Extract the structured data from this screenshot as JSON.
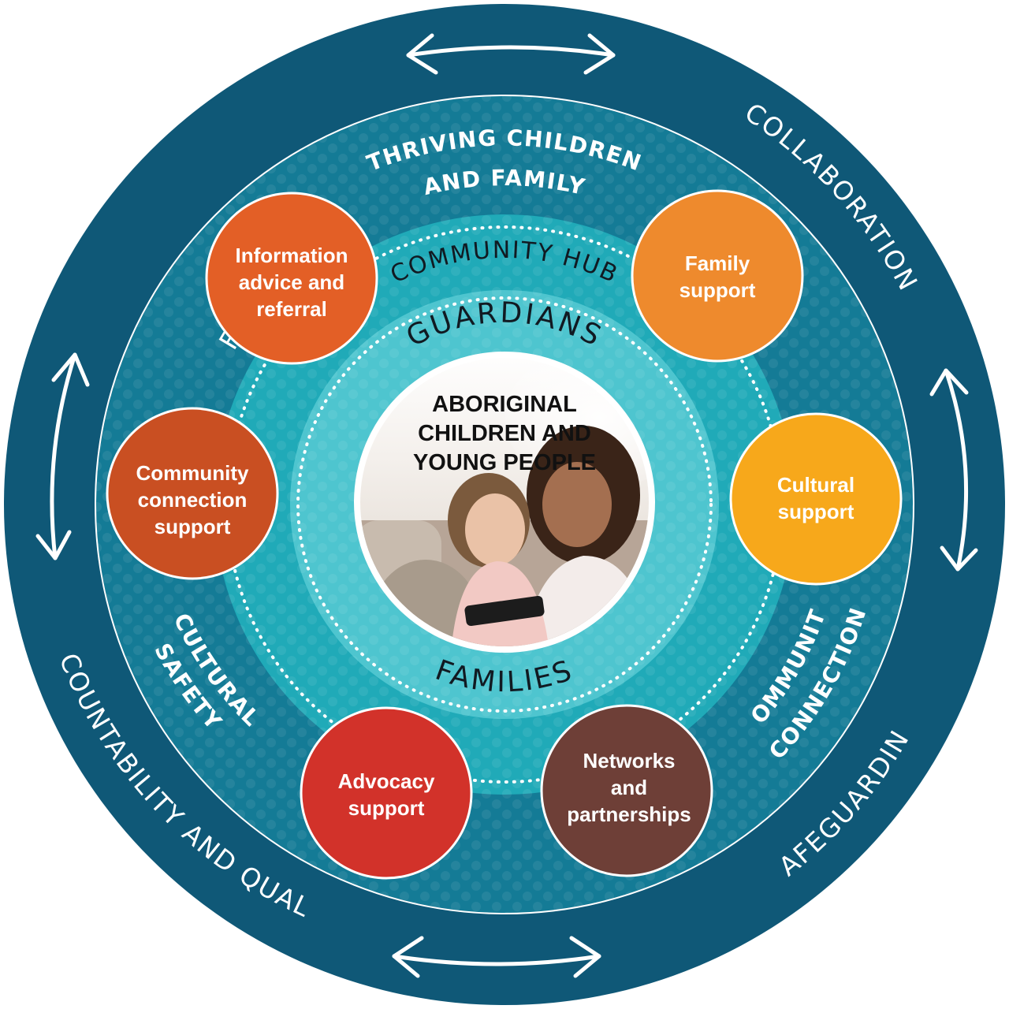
{
  "outer_ring": {
    "flexibility": "FLEXIBILITY",
    "collaboration": "COLLABORATION",
    "accountability": "ACCOUNTABILITY AND QUALITY",
    "safeguarding": "SAFEGUARDING"
  },
  "middle_ring": {
    "thriving_line1": "THRIVING CHILDREN",
    "thriving_line2": "AND FAMILY",
    "cultural_line1": "CULTURAL",
    "cultural_line2": "SAFETY",
    "community_line1": "COMMUNITY",
    "community_line2": "CONNECTION"
  },
  "inner_rings": {
    "community_hub": "COMMUNITY HUB",
    "guardians": "GUARDIANS",
    "families": "FAMILIES"
  },
  "center": {
    "line1": "ABORIGINAL",
    "line2": "CHILDREN AND",
    "line3": "YOUNG PEOPLE"
  },
  "services": [
    {
      "lines": [
        "Information",
        "advice and",
        "referral"
      ],
      "color": "#e35f26"
    },
    {
      "lines": [
        "Family",
        "support"
      ],
      "color": "#ee8a2d"
    },
    {
      "lines": [
        "Community",
        "connection",
        "support"
      ],
      "color": "#c94f22"
    },
    {
      "lines": [
        "Cultural",
        "support"
      ],
      "color": "#f7a81b"
    },
    {
      "lines": [
        "Advocacy",
        "support"
      ],
      "color": "#d2322a"
    },
    {
      "lines": [
        "Networks",
        "and",
        "partnerships"
      ],
      "color": "#6e3f37"
    }
  ],
  "colors": {
    "outer_ring": "#0f5877",
    "middle_ring": "#147b96",
    "hub_ring": "#20aab8",
    "guardians_ring": "#4ec5cf"
  }
}
